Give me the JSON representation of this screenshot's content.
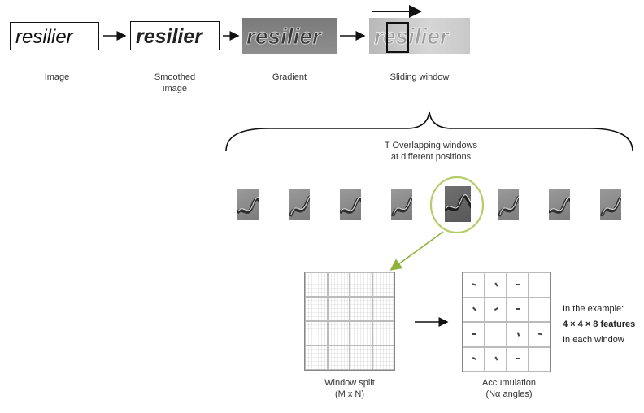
{
  "pipeline": {
    "word": "resilier",
    "steps": [
      {
        "label": "Image"
      },
      {
        "label": "Smoothed\nimage"
      },
      {
        "label": "Gradient"
      },
      {
        "label": "Sliding window"
      }
    ]
  },
  "windows_caption": "T Overlapping windows\nat different positions",
  "window_count": 8,
  "highlighted_window_index": 4,
  "split": {
    "label": "Window split\n(M x N)"
  },
  "accumulation": {
    "label": "Accumulation\n(Nα angles)"
  },
  "example": {
    "line1": "In the example:",
    "line2": "4 × 4 × 8 features",
    "line3": "In each window"
  },
  "colors": {
    "highlight_ring": "#b5cc6a",
    "highlight_arrow": "#8fb23a",
    "ink": "#111111"
  }
}
